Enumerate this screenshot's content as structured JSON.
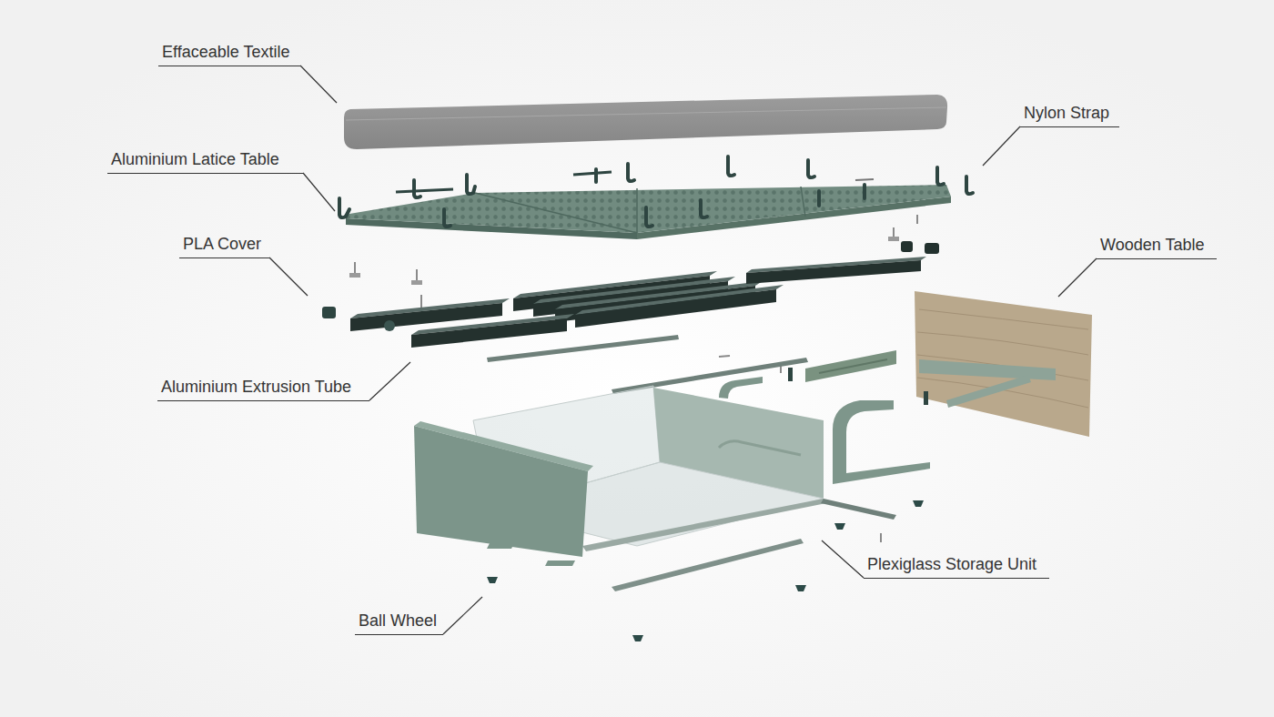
{
  "diagram": {
    "labels": [
      "Effaceable Textile",
      "Nylon Strap",
      "Aluminium Latice Table",
      "PLA Cover",
      "Wooden Table",
      "Aluminium Extrusion Tube",
      "Plexiglass Storage Unit",
      "Ball Wheel"
    ]
  }
}
